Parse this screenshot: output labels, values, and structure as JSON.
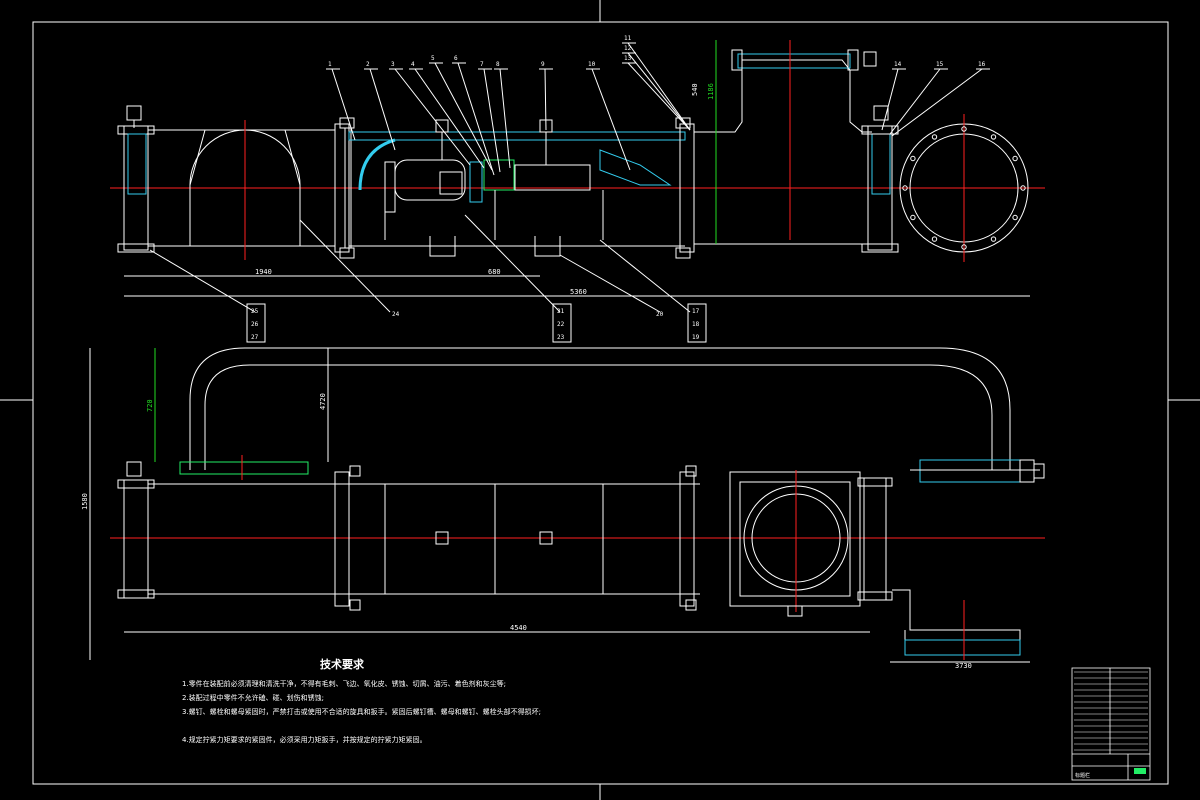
{
  "colors": {
    "background": "#000000",
    "outline": "#ffffff",
    "centerline": "#ff2020",
    "hatch": "#33ccee",
    "dimension": "#22dd22",
    "leader": "#ffffff"
  },
  "top_view": {
    "callouts_top": [
      "1",
      "2",
      "3",
      "4",
      "5",
      "6",
      "7",
      "8",
      "9",
      "10",
      "11",
      "12",
      "13",
      "14",
      "15",
      "16"
    ],
    "callouts_bottom": {
      "group_a": [
        "25",
        "26",
        "27"
      ],
      "item_24": "24",
      "group_b": [
        "21",
        "22",
        "23"
      ],
      "item_20": "20",
      "group_c": [
        "17",
        "18",
        "19"
      ]
    },
    "dims": {
      "d1": "1940",
      "d2": "680",
      "total": "5360",
      "height_small": "540",
      "height_total": "1186"
    }
  },
  "plan_view": {
    "dims": {
      "d_green": "720",
      "d_mid": "4720",
      "left_height": "1580",
      "bottom": "4540",
      "outlet": "3730"
    }
  },
  "tech_requirements": {
    "title": "技术要求",
    "items": [
      "1.零件在装配前必须清理和清洗干净，不得有毛刺、飞边、氧化皮、锈蚀、切屑、油污、着色剂和灰尘等;",
      "2.装配过程中零件不允许磕、碰、划伤和锈蚀;",
      "3.螺钉、螺栓和螺母紧固时，严禁打击或使用不合适的旋具和扳手。紧固后螺钉槽、螺母和螺钉、螺栓头部不得损坏;",
      "4.规定拧紧力矩要求的紧固件，必须采用力矩扳手，并按规定的拧紧力矩紧固。"
    ]
  },
  "title_block": {
    "label": "标题栏"
  }
}
